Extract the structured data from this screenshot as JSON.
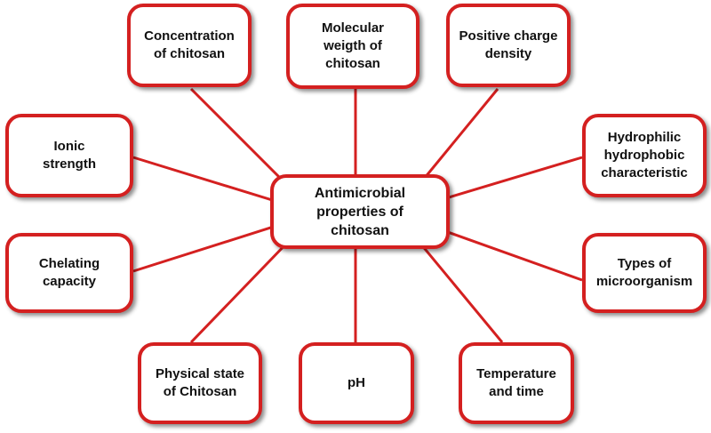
{
  "center": {
    "label": "Antimicrobial\nproperties of\nchitosan"
  },
  "factors": [
    {
      "id": "concentration",
      "label": "Concentration\nof chitosan"
    },
    {
      "id": "molecular-weight",
      "label": "Molecular\nweigth of\nchitosan"
    },
    {
      "id": "positive-charge",
      "label": "Positive charge\ndensity"
    },
    {
      "id": "ionic-strength",
      "label": "Ionic\nstrength"
    },
    {
      "id": "hydrophilic",
      "label": "Hydrophilic\nhydrophobic\ncharacteristic"
    },
    {
      "id": "chelating",
      "label": "Chelating\ncapacity"
    },
    {
      "id": "microorganism",
      "label": "Types of\nmicroorganism"
    },
    {
      "id": "physical-state",
      "label": "Physical state\nof Chitosan"
    },
    {
      "id": "ph",
      "label": "pH"
    },
    {
      "id": "temperature-time",
      "label": "Temperature\nand time"
    }
  ],
  "colors": {
    "border": "#d42020",
    "line": "#d42020",
    "text": "#111111",
    "background": "#ffffff"
  }
}
